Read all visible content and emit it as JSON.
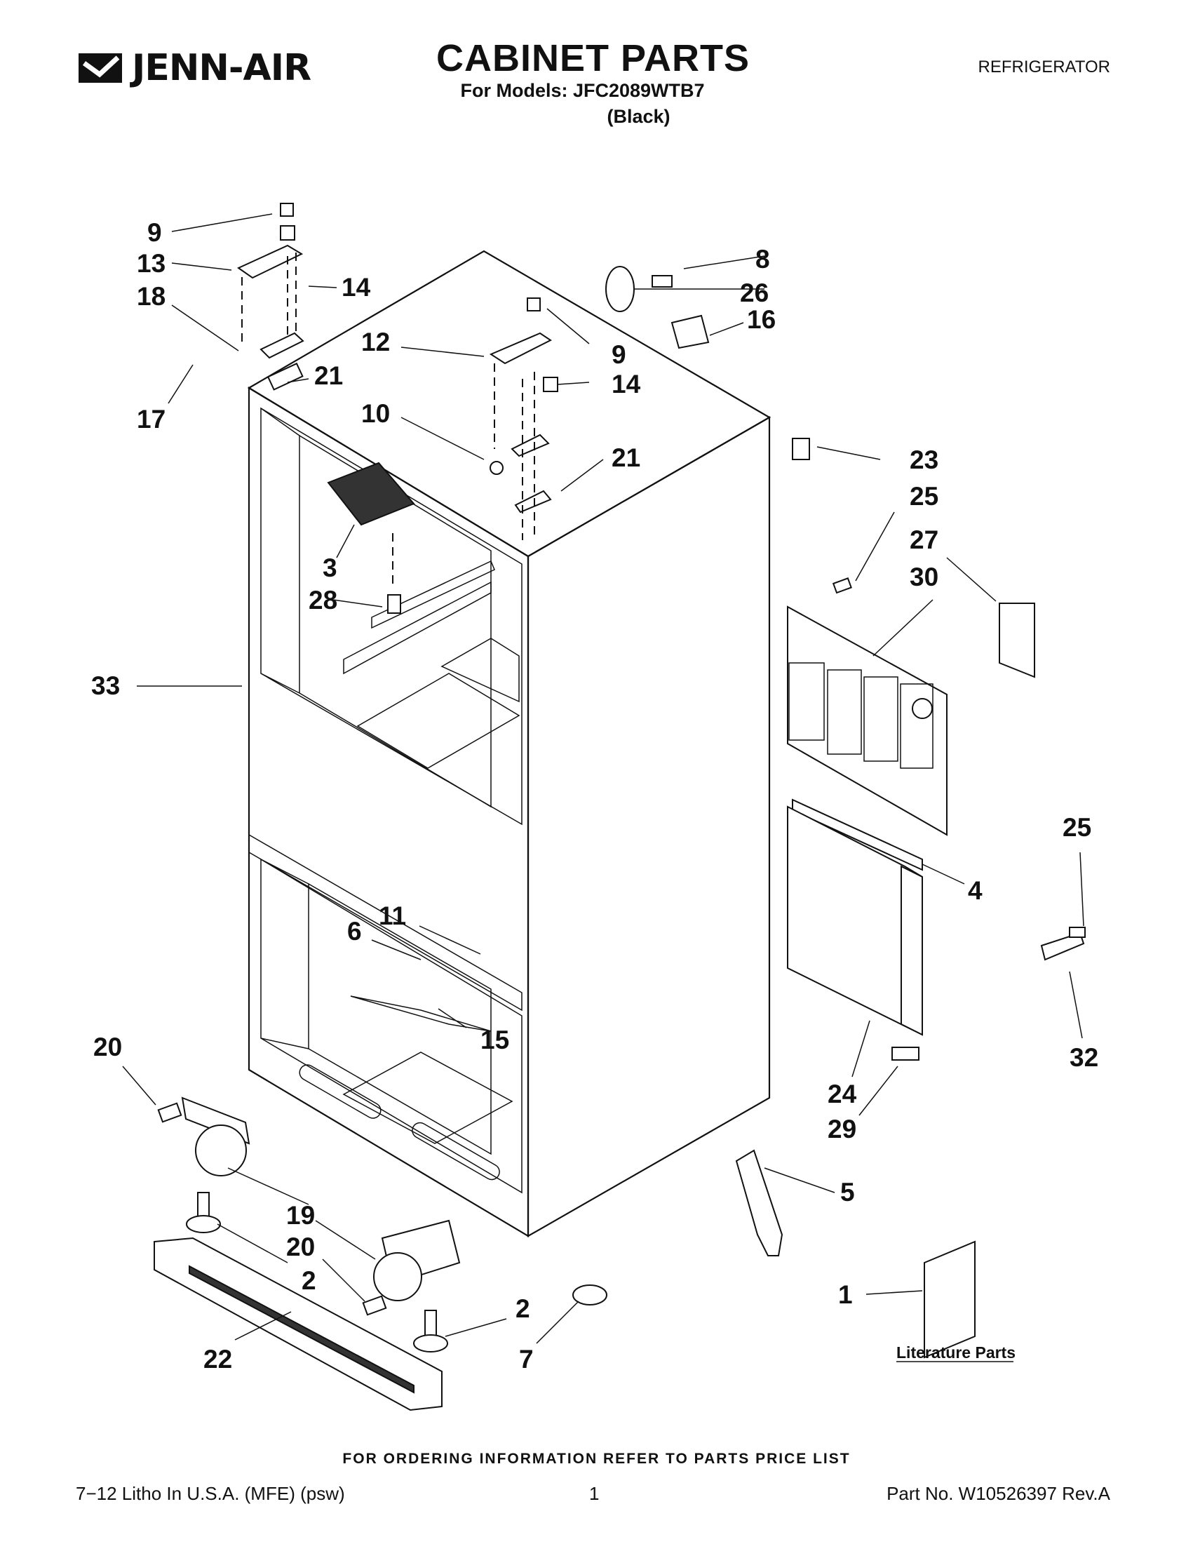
{
  "header": {
    "brand": "JENN-AIR",
    "title": "CABINET PARTS",
    "models_line": "For Models: JFC2089WTB7",
    "color_line": "(Black)",
    "product": "REFRIGERATOR"
  },
  "callouts": [
    "9",
    "13",
    "14",
    "18",
    "21",
    "17",
    "12",
    "9",
    "14",
    "10",
    "21",
    "8",
    "26",
    "16",
    "3",
    "28",
    "33",
    "23",
    "25",
    "27",
    "30",
    "4",
    "25",
    "11",
    "6",
    "15",
    "20",
    "19",
    "20",
    "2",
    "22",
    "2",
    "7",
    "24",
    "29",
    "32",
    "5",
    "1"
  ],
  "literature_label": "Literature Parts",
  "footer": {
    "ordering_note": "FOR ORDERING INFORMATION REFER TO PARTS PRICE LIST",
    "print_info": "7−12 Litho In U.S.A. (MFE) (psw)",
    "page_number": "1",
    "part_number": "Part No. W10526397 Rev.A"
  }
}
